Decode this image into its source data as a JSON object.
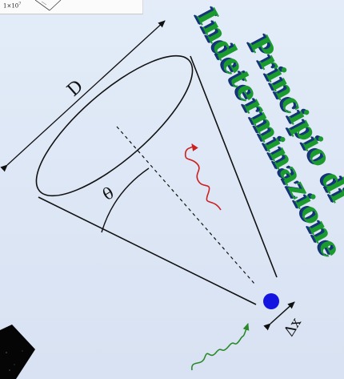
{
  "inset": {
    "label": "1×10",
    "exponent": "7"
  },
  "title": {
    "line1": "Principio di",
    "line2": "Indeterminazione"
  },
  "diagram": {
    "aperture_label": "D",
    "angle_label": "θ",
    "position_label": "Δx"
  },
  "colors": {
    "background": "#dfe8f6",
    "title_fill": "#1b9a2e",
    "title_shadow": "#14377d",
    "electron": "#1414e0",
    "scattered_photon": "#cc2020",
    "incident_photon": "#2a8a2a"
  }
}
